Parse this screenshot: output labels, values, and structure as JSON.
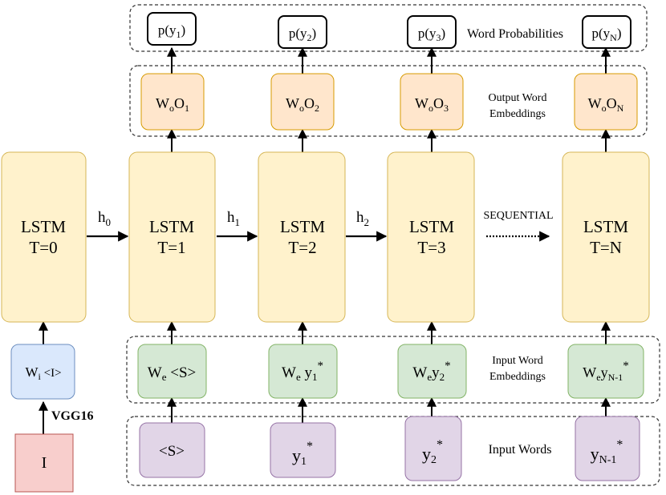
{
  "groups": {
    "word_probabilities": "Word Probabilities",
    "output_embeddings": [
      "Output Word",
      "Embeddings"
    ],
    "input_embeddings": [
      "Input Word",
      "Embeddings"
    ],
    "input_words": "Input Words"
  },
  "sequential_label": "SEQUENTIAL",
  "vgg_label": "VGG16",
  "image_node": "I",
  "image_embedding": {
    "base": "W",
    "sub": "i",
    "rest": " <I>"
  },
  "lstm": [
    {
      "line1": "LSTM",
      "line2": "T=0"
    },
    {
      "line1": "LSTM",
      "line2": "T=1"
    },
    {
      "line1": "LSTM",
      "line2": "T=2"
    },
    {
      "line1": "LSTM",
      "line2": "T=3"
    },
    {
      "line1": "LSTM",
      "line2": "T=N"
    }
  ],
  "hidden": [
    {
      "base": "h",
      "sub": "0"
    },
    {
      "base": "h",
      "sub": "1"
    },
    {
      "base": "h",
      "sub": "2"
    }
  ],
  "probabilities": [
    {
      "pre": "p(y",
      "sub": "1",
      "post": ")"
    },
    {
      "pre": "p(y",
      "sub": "2",
      "post": ")"
    },
    {
      "pre": "p(y",
      "sub": "3",
      "post": ")"
    },
    {
      "pre": "p(y",
      "sub": "N",
      "post": ")"
    }
  ],
  "output_embeds": [
    {
      "a": "W",
      "s1": "o",
      "b": "O",
      "s2": "1"
    },
    {
      "a": "W",
      "s1": "o",
      "b": "O",
      "s2": "2"
    },
    {
      "a": "W",
      "s1": "o",
      "b": "O",
      "s2": "3"
    },
    {
      "a": "W",
      "s1": "o",
      "b": "O",
      "s2": "N"
    }
  ],
  "input_embeds": [
    {
      "a": "W",
      "s1": "e",
      "b": " <S>",
      "s2": "",
      "sup": ""
    },
    {
      "a": "W",
      "s1": "e",
      "b": " y",
      "s2": "1",
      "sup": "*"
    },
    {
      "a": "W",
      "s1": "e",
      "b": "y",
      "s2": "2",
      "sup": "*"
    },
    {
      "a": "W",
      "s1": "e",
      "b": "y",
      "s2": "N-1",
      "sup": "*"
    }
  ],
  "input_words": [
    {
      "base": "<S>",
      "sub": "",
      "sup": ""
    },
    {
      "base": "y",
      "sub": "1",
      "sup": "*"
    },
    {
      "base": "y",
      "sub": "2",
      "sup": "*"
    },
    {
      "base": "y",
      "sub": "N-1",
      "sup": "*"
    }
  ]
}
